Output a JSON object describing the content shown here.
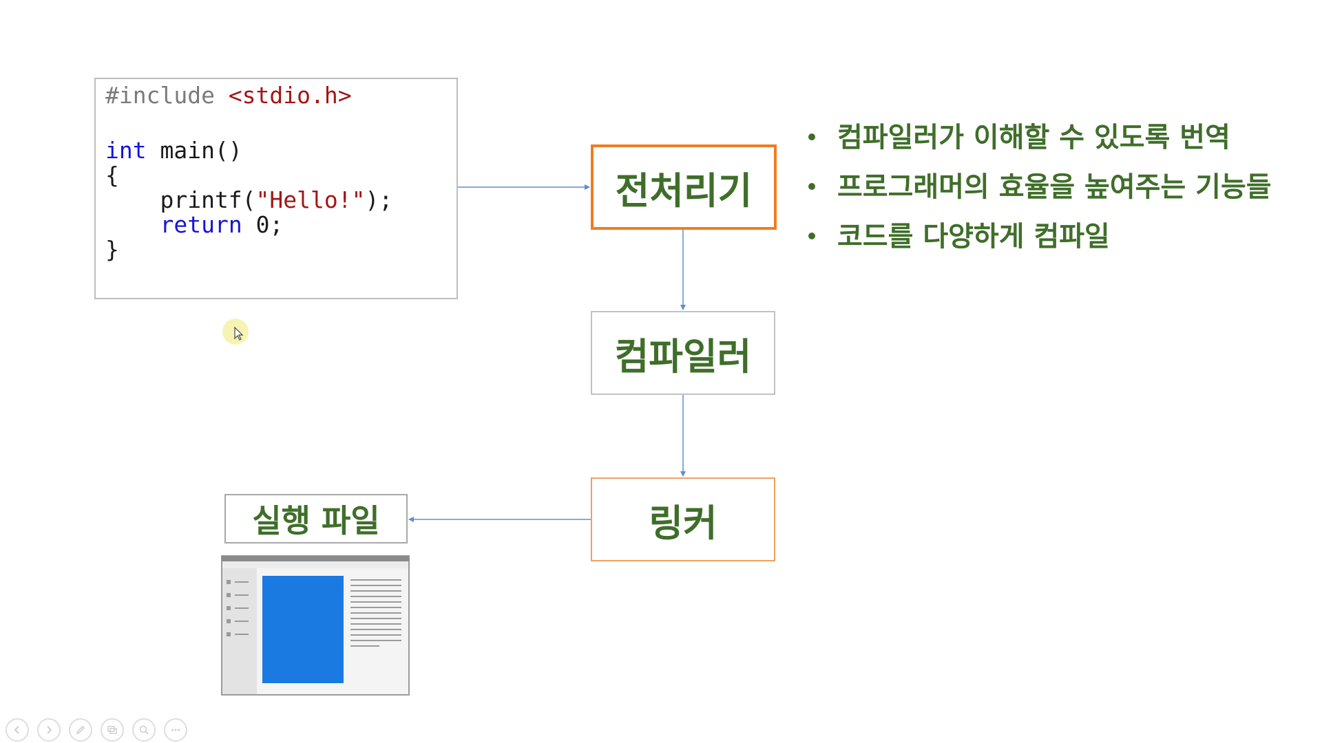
{
  "code": {
    "lines": [
      [
        {
          "t": "#include ",
          "c": "pre"
        },
        {
          "t": "<stdio.h>",
          "c": "str"
        }
      ],
      [],
      [
        {
          "t": "int",
          "c": "kw"
        },
        {
          "t": " main()",
          "c": "txt"
        }
      ],
      [
        {
          "t": "{",
          "c": "txt"
        }
      ],
      [
        {
          "t": "    printf(",
          "c": "txt"
        },
        {
          "t": "\"Hello!\"",
          "c": "str"
        },
        {
          "t": ");",
          "c": "txt"
        }
      ],
      [
        {
          "t": "    ",
          "c": "txt"
        },
        {
          "t": "return",
          "c": "kw"
        },
        {
          "t": " 0;",
          "c": "txt"
        }
      ],
      [
        {
          "t": "}",
          "c": "txt"
        }
      ]
    ]
  },
  "flow": {
    "preprocessor": "전처리기",
    "compiler": "컴파일러",
    "linker": "링커",
    "executable": "실행 파일"
  },
  "bullets": [
    "컴파일러가 이해할 수 있도록 번역",
    "프로그래머의 효율을 높여주는 기능들",
    "코드를 다양하게 컴파일"
  ],
  "colors": {
    "label_green": "#3f6e2a",
    "preprocessor_border": "#ef7d22",
    "linker_border": "#f0a060",
    "arrow_blue": "#5b8fd1",
    "code_keyword": "#1515d8",
    "code_string": "#a31515",
    "code_preprocessor": "#7a7a7a"
  },
  "toolbar": {
    "buttons": [
      "previous-icon",
      "next-icon",
      "pen-icon",
      "slides-icon",
      "zoom-icon",
      "more-icon"
    ]
  }
}
